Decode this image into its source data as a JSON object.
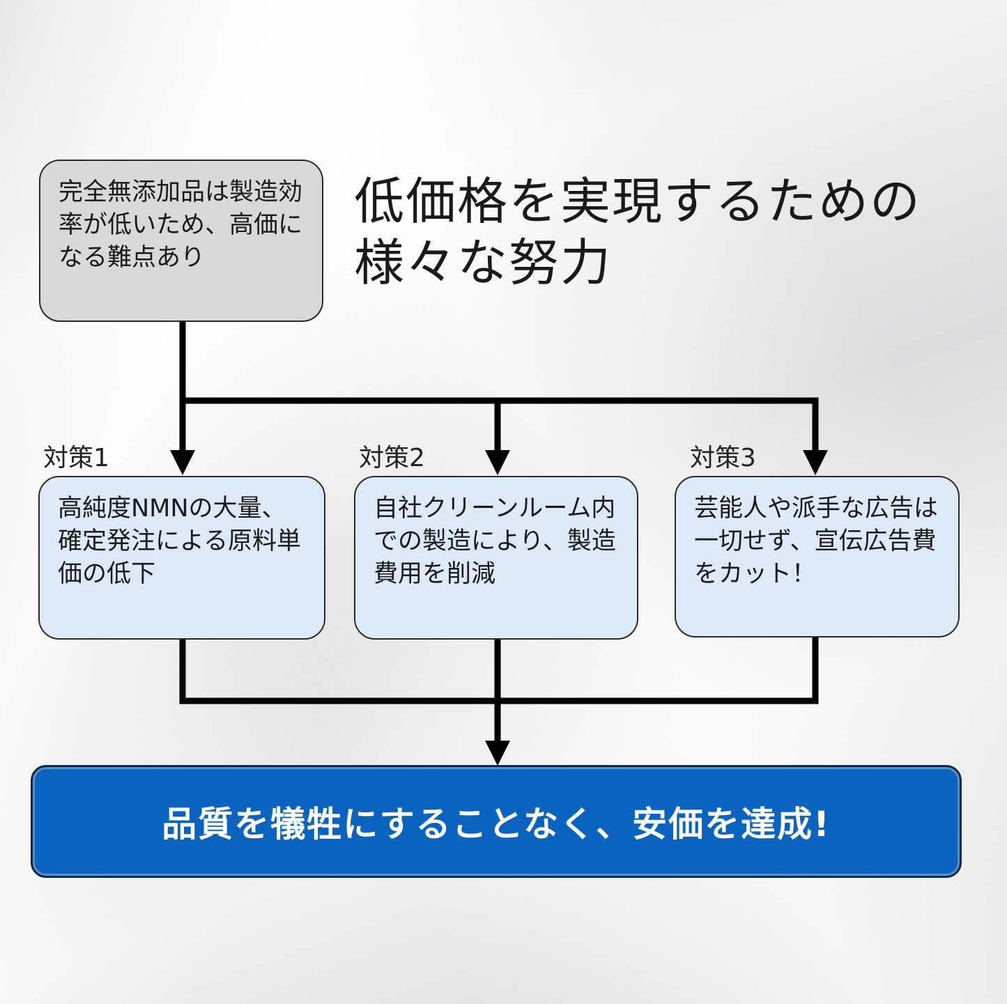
{
  "heading": "低価格を実現するための様々な努力",
  "problem": {
    "text": "完全無添加品は製造効率が低いため、高価になる難点あり"
  },
  "measures": [
    {
      "label": "対策1",
      "text": "高純度NMNの大量、確定発注による原料単価の低下"
    },
    {
      "label": "対策2",
      "text": "自社クリーンルーム内での製造により、製造費用を削減"
    },
    {
      "label": "対策3",
      "text": "芸能人や派手な広告は一切せず、宣伝広告費をカット！"
    }
  ],
  "result": {
    "text": "品質を犠牲にすることなく、安価を達成!"
  },
  "colors": {
    "problem_box": "#d9d9d9",
    "measure_box": "#dde9f6",
    "result_box": "#0a64bf",
    "arrow": "#000000"
  }
}
